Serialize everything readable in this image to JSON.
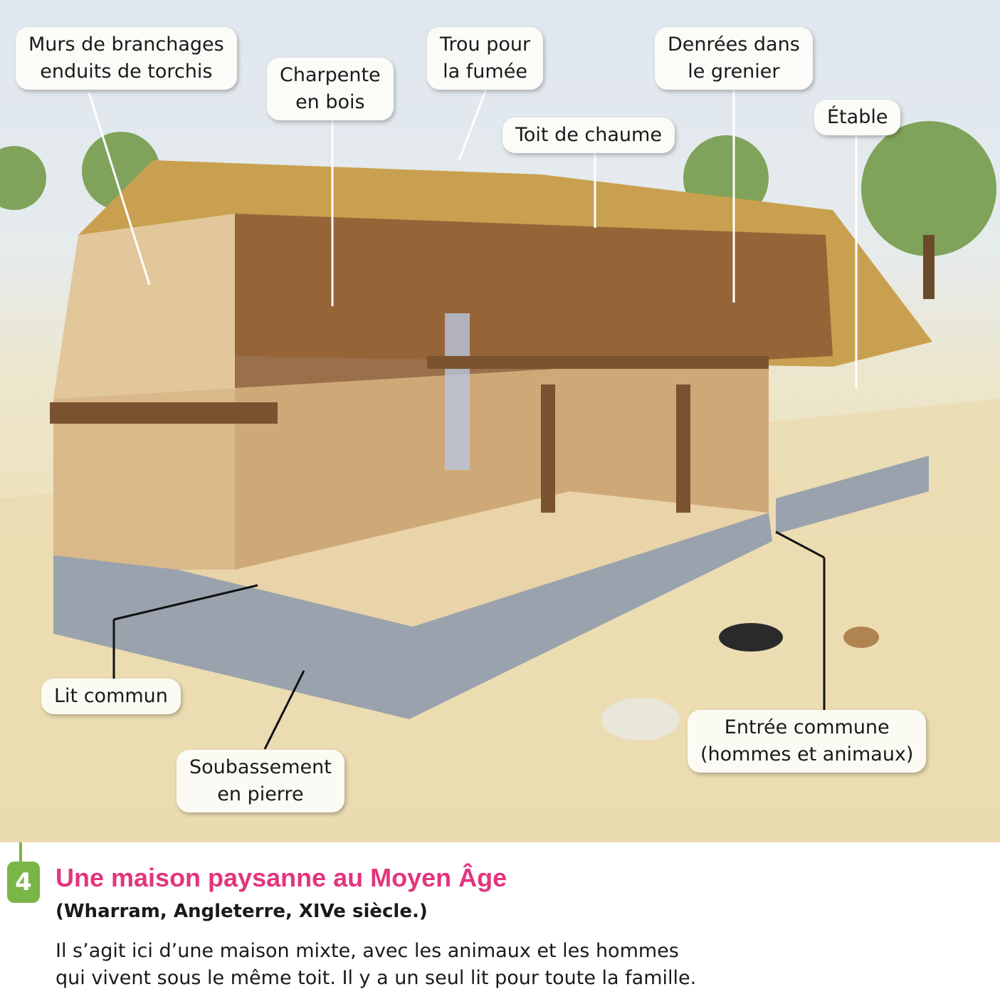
{
  "figure": {
    "number": "4",
    "title": "Une maison paysanne au Moyen Âge",
    "source": "(Wharram, Angleterre, XIVe siècle.)",
    "description_lines": [
      "Il s’agit ici d’une maison mixte, avec les animaux et les hommes",
      "qui vivent sous le même toit. Il y a un seul lit pour toute la famille."
    ],
    "accent_colors": {
      "title": "#e2357e",
      "number_badge": "#7ab548"
    }
  },
  "labels": {
    "murs": "Murs de branchages\nenduits de torchis",
    "charpente": "Charpente\nen bois",
    "trou": "Trou pour\nla fumée",
    "toit": "Toit de chaume",
    "denrees": "Denrées dans\nle grenier",
    "etable": "Étable",
    "lit": "Lit commun",
    "soubassement": "Soubassement\nen pierre",
    "entree": "Entrée commune\n(hommes et animaux)"
  }
}
